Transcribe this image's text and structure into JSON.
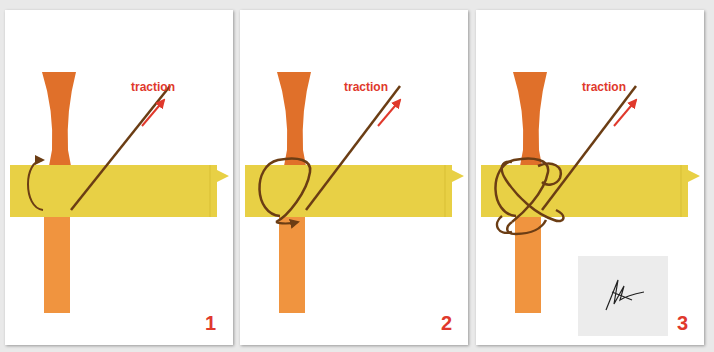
{
  "diagram": {
    "labels": [
      "traction",
      "1",
      "traction",
      "2",
      "traction",
      "3"
    ]
  }
}
